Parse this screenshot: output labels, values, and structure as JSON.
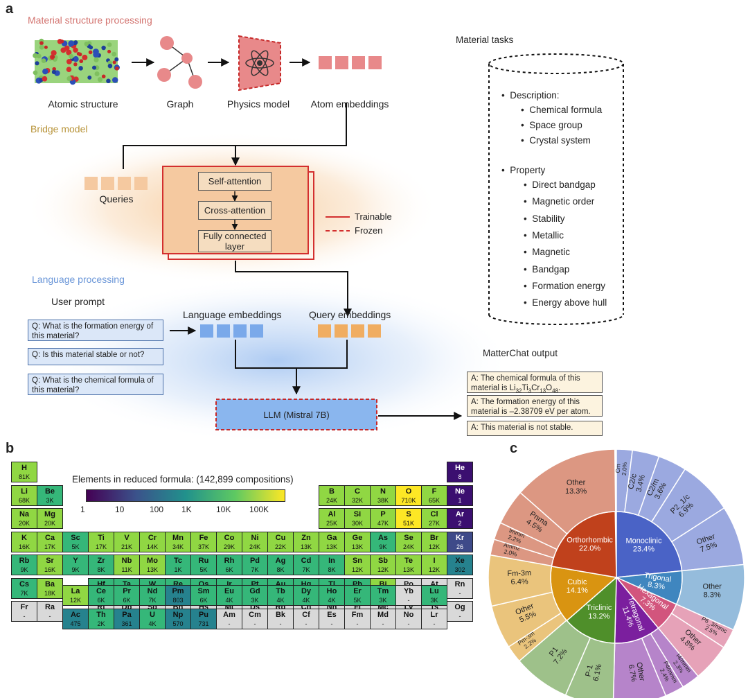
{
  "panels": {
    "a": "a",
    "b": "b",
    "c": "c"
  },
  "a": {
    "sec_structure": "Material structure processing",
    "sec_bridge": "Bridge model",
    "sec_language": "Language processing",
    "label_atomic": "Atomic structure",
    "label_graph": "Graph",
    "label_physics": "Physics model",
    "label_atom_emb": "Atom embeddings",
    "label_queries": "Queries",
    "self_att": "Self-attention",
    "cross_att": "Cross-attention",
    "fc": "Fully connected layer",
    "legend_trainable": "Trainable",
    "legend_frozen": "Frozen",
    "user_prompt": "User prompt",
    "lang_emb": "Language embeddings",
    "query_emb": "Query embeddings",
    "prompts": [
      "Q: What is the formation energy of this material?",
      "Q: Is this material stable or not?",
      "Q: What is the chemical formula of this material?"
    ],
    "llm": "LLM (Mistral 7B)",
    "output_title": "MatterChat output",
    "answers": {
      "a1_pre": "A: The chemical formula of this material is Li",
      "a1_formula": [
        [
          "Li",
          "32"
        ],
        [
          "Ti",
          "3"
        ],
        [
          "Cr",
          "13"
        ],
        [
          "O",
          "48"
        ]
      ],
      "a2": "A: The formation energy of this material is –2.38709 eV per atom.",
      "a3": "A: This material is not stable."
    },
    "tasks_title": "Material tasks",
    "desc_title": "Description:",
    "desc_items": [
      "Chemical formula",
      "Space group",
      "Crystal system"
    ],
    "prop_title": "Property",
    "prop_items": [
      "Direct bandgap",
      "Magnetic order",
      "Stability",
      "Metallic",
      "Magnetic",
      "Bandgap",
      "Formation energy",
      "Energy above hull"
    ]
  },
  "b": {
    "colorbar_title": "Elements in reduced formula: (142,899 compositions)",
    "colorbar_ticks": [
      "1",
      "10",
      "100",
      "1K",
      "10K",
      "100K"
    ],
    "colors": {
      "lt1": "#3b0f70",
      "lt10": "#3e4a89",
      "lt100": "#26828e",
      "lt1k": "#35b779",
      "lt10k": "#90d743",
      "hi": "#fde725",
      "none": "#d9d9d9"
    },
    "elements": [
      [
        "H",
        "81K",
        1,
        1,
        81000
      ],
      [
        "He",
        "8",
        18,
        1,
        8
      ],
      [
        "Li",
        "68K",
        1,
        2,
        68000
      ],
      [
        "Be",
        "3K",
        2,
        2,
        3000
      ],
      [
        "B",
        "24K",
        13,
        2,
        24000
      ],
      [
        "C",
        "32K",
        14,
        2,
        32000
      ],
      [
        "N",
        "38K",
        15,
        2,
        38000
      ],
      [
        "O",
        "710K",
        16,
        2,
        710000
      ],
      [
        "F",
        "65K",
        17,
        2,
        65000
      ],
      [
        "Ne",
        "1",
        18,
        2,
        1
      ],
      [
        "Na",
        "20K",
        1,
        3,
        20000
      ],
      [
        "Mg",
        "20K",
        2,
        3,
        20000
      ],
      [
        "Al",
        "25K",
        13,
        3,
        25000
      ],
      [
        "Si",
        "30K",
        14,
        3,
        30000
      ],
      [
        "P",
        "47K",
        15,
        3,
        47000
      ],
      [
        "S",
        "51K",
        16,
        3,
        510000
      ],
      [
        "Cl",
        "27K",
        17,
        3,
        27000
      ],
      [
        "Ar",
        "2",
        18,
        3,
        2
      ],
      [
        "K",
        "16K",
        1,
        4,
        16000
      ],
      [
        "Ca",
        "17K",
        2,
        4,
        17000
      ],
      [
        "Sc",
        "5K",
        3,
        4,
        5000
      ],
      [
        "Ti",
        "17K",
        4,
        4,
        17000
      ],
      [
        "V",
        "21K",
        5,
        4,
        21000
      ],
      [
        "Cr",
        "14K",
        6,
        4,
        14000
      ],
      [
        "Mn",
        "34K",
        7,
        4,
        34000
      ],
      [
        "Fe",
        "37K",
        8,
        4,
        37000
      ],
      [
        "Co",
        "29K",
        9,
        4,
        29000
      ],
      [
        "Ni",
        "24K",
        10,
        4,
        24000
      ],
      [
        "Cu",
        "22K",
        11,
        4,
        22000
      ],
      [
        "Zn",
        "13K",
        12,
        4,
        13000
      ],
      [
        "Ga",
        "13K",
        13,
        4,
        13000
      ],
      [
        "Ge",
        "13K",
        14,
        4,
        13000
      ],
      [
        "As",
        "9K",
        15,
        4,
        9000
      ],
      [
        "Se",
        "24K",
        16,
        4,
        24000
      ],
      [
        "Br",
        "12K",
        17,
        4,
        12000
      ],
      [
        "Kr",
        "26",
        18,
        4,
        26
      ],
      [
        "Rb",
        "9K",
        1,
        5,
        9000
      ],
      [
        "Sr",
        "16K",
        2,
        5,
        16000
      ],
      [
        "Y",
        "9K",
        3,
        5,
        9000
      ],
      [
        "Zr",
        "8K",
        4,
        5,
        8000
      ],
      [
        "Nb",
        "11K",
        5,
        5,
        11000
      ],
      [
        "Mo",
        "13K",
        6,
        5,
        13000
      ],
      [
        "Tc",
        "1K",
        7,
        5,
        1000
      ],
      [
        "Ru",
        "5K",
        8,
        5,
        5000
      ],
      [
        "Rh",
        "6K",
        9,
        5,
        6000
      ],
      [
        "Pd",
        "7K",
        10,
        5,
        7000
      ],
      [
        "Ag",
        "8K",
        11,
        5,
        8000
      ],
      [
        "Cd",
        "7K",
        12,
        5,
        7000
      ],
      [
        "In",
        "8K",
        13,
        5,
        8000
      ],
      [
        "Sn",
        "12K",
        14,
        5,
        12000
      ],
      [
        "Sb",
        "12K",
        15,
        5,
        12000
      ],
      [
        "Te",
        "13K",
        16,
        5,
        13000
      ],
      [
        "I",
        "12K",
        17,
        5,
        12000
      ],
      [
        "Xe",
        "302",
        18,
        5,
        302
      ],
      [
        "Cs",
        "7K",
        1,
        6,
        7000
      ],
      [
        "Ba",
        "18K",
        2,
        6,
        18000
      ],
      [
        "Hf",
        "4K",
        4,
        6,
        4000
      ],
      [
        "Ta",
        "6K",
        5,
        6,
        6000
      ],
      [
        "W",
        "9K",
        6,
        6,
        9000
      ],
      [
        "Re",
        "3K",
        7,
        6,
        3000
      ],
      [
        "Os",
        "2K",
        8,
        6,
        2000
      ],
      [
        "Ir",
        "4K",
        9,
        6,
        4000
      ],
      [
        "Pt",
        "5K",
        10,
        6,
        5000
      ],
      [
        "Au",
        "5K",
        11,
        6,
        5000
      ],
      [
        "Hg",
        "5K",
        12,
        6,
        5000
      ],
      [
        "Tl",
        "5K",
        13,
        6,
        5000
      ],
      [
        "Pb",
        "7K",
        14,
        6,
        7000
      ],
      [
        "Bi",
        "11K",
        15,
        6,
        11000
      ],
      [
        "Po",
        "-",
        16,
        6,
        0
      ],
      [
        "At",
        "-",
        17,
        6,
        0
      ],
      [
        "Rn",
        "-",
        18,
        6,
        0
      ],
      [
        "Fr",
        "-",
        1,
        7,
        0
      ],
      [
        "Ra",
        "-",
        2,
        7,
        0
      ],
      [
        "Rf",
        "-",
        4,
        7,
        0
      ],
      [
        "Db",
        "-",
        5,
        7,
        0
      ],
      [
        "Sg",
        "-",
        6,
        7,
        0
      ],
      [
        "Bh",
        "-",
        7,
        7,
        0
      ],
      [
        "Hs",
        "-",
        8,
        7,
        0
      ],
      [
        "Mt",
        "-",
        9,
        7,
        0
      ],
      [
        "Ds",
        "-",
        10,
        7,
        0
      ],
      [
        "Rg",
        "-",
        11,
        7,
        0
      ],
      [
        "Cn",
        "-",
        12,
        7,
        0
      ],
      [
        "Nh",
        "-",
        13,
        7,
        0
      ],
      [
        "Fl",
        "-",
        14,
        7,
        0
      ],
      [
        "Mc",
        "-",
        15,
        7,
        0
      ],
      [
        "Lv",
        "-",
        16,
        7,
        0
      ],
      [
        "Ts",
        "-",
        17,
        7,
        0
      ],
      [
        "Og",
        "-",
        18,
        7,
        0
      ],
      [
        "La",
        "12K",
        3,
        9,
        12000
      ],
      [
        "Ce",
        "6K",
        4,
        9,
        6000
      ],
      [
        "Pr",
        "6K",
        5,
        9,
        6000
      ],
      [
        "Nd",
        "7K",
        6,
        9,
        7000
      ],
      [
        "Pm",
        "803",
        7,
        9,
        803
      ],
      [
        "Sm",
        "6K",
        8,
        9,
        6000
      ],
      [
        "Eu",
        "4K",
        9,
        9,
        4000
      ],
      [
        "Gd",
        "3K",
        10,
        9,
        3000
      ],
      [
        "Tb",
        "4K",
        11,
        9,
        4000
      ],
      [
        "Dy",
        "4K",
        12,
        9,
        4000
      ],
      [
        "Ho",
        "4K",
        13,
        9,
        4000
      ],
      [
        "Er",
        "5K",
        14,
        9,
        5000
      ],
      [
        "Tm",
        "3K",
        15,
        9,
        3000
      ],
      [
        "Yb",
        "-",
        16,
        9,
        0
      ],
      [
        "Lu",
        "3K",
        17,
        9,
        3000
      ],
      [
        "Ac",
        "475",
        3,
        10,
        475
      ],
      [
        "Th",
        "2K",
        4,
        10,
        2000
      ],
      [
        "Pa",
        "361",
        5,
        10,
        361
      ],
      [
        "U",
        "4K",
        6,
        10,
        4000
      ],
      [
        "Np",
        "570",
        7,
        10,
        570
      ],
      [
        "Pu",
        "731",
        8,
        10,
        731
      ],
      [
        "Am",
        "-",
        9,
        10,
        0
      ],
      [
        "Cm",
        "-",
        10,
        10,
        0
      ],
      [
        "Bk",
        "-",
        11,
        10,
        0
      ],
      [
        "Cf",
        "-",
        12,
        10,
        0
      ],
      [
        "Es",
        "-",
        13,
        10,
        0
      ],
      [
        "Fm",
        "-",
        14,
        10,
        0
      ],
      [
        "Md",
        "-",
        15,
        10,
        0
      ],
      [
        "No",
        "-",
        16,
        10,
        0
      ],
      [
        "Lr",
        "-",
        17,
        10,
        0
      ]
    ]
  },
  "chart_data": {
    "type": "sunburst",
    "inner": [
      {
        "name": "Monoclinic",
        "pct": 23.4,
        "color": "#4a63c6"
      },
      {
        "name": "Trigonal",
        "pct": 8.3,
        "color": "#3f86bf"
      },
      {
        "name": "Hexagonal",
        "pct": 7.3,
        "color": "#d2557d"
      },
      {
        "name": "Tetragonal",
        "pct": 11.4,
        "color": "#7b1f9e"
      },
      {
        "name": "Triclinic",
        "pct": 13.2,
        "color": "#4f8f2a"
      },
      {
        "name": "Cubic",
        "pct": 14.1,
        "color": "#d99411"
      },
      {
        "name": "Orthorhombic",
        "pct": 22.0,
        "color": "#c0411c"
      }
    ],
    "outer": [
      {
        "name": "Cm",
        "pct": 2.0,
        "parent": 0
      },
      {
        "name": "C2/c",
        "pct": 3.4,
        "parent": 0
      },
      {
        "name": "C2/m",
        "pct": 3.6,
        "parent": 0
      },
      {
        "name": "P2_1/c",
        "pct": 6.9,
        "parent": 0
      },
      {
        "name": "Other",
        "pct": 7.5,
        "parent": 0
      },
      {
        "name": "Other",
        "pct": 8.3,
        "parent": 1
      },
      {
        "name": "P6_3/mmc",
        "pct": 2.5,
        "parent": 2
      },
      {
        "name": "Other",
        "pct": 4.8,
        "parent": 2
      },
      {
        "name": "I4/mmm",
        "pct": 2.3,
        "parent": 3
      },
      {
        "name": "P4/mmm",
        "pct": 2.4,
        "parent": 3
      },
      {
        "name": "Other",
        "pct": 6.7,
        "parent": 3
      },
      {
        "name": "P-1",
        "pct": 6.1,
        "parent": 4
      },
      {
        "name": "P1",
        "pct": 7.2,
        "parent": 4
      },
      {
        "name": "Pm-3m",
        "pct": 2.2,
        "parent": 5
      },
      {
        "name": "Other",
        "pct": 5.5,
        "parent": 5
      },
      {
        "name": "Fm-3m",
        "pct": 6.4,
        "parent": 5
      },
      {
        "name": "Amm2",
        "pct": 2.0,
        "parent": 6
      },
      {
        "name": "Immm",
        "pct": 2.2,
        "parent": 6
      },
      {
        "name": "Pnma",
        "pct": 4.5,
        "parent": 6
      },
      {
        "name": "Other",
        "pct": 13.3,
        "parent": 6
      }
    ]
  }
}
